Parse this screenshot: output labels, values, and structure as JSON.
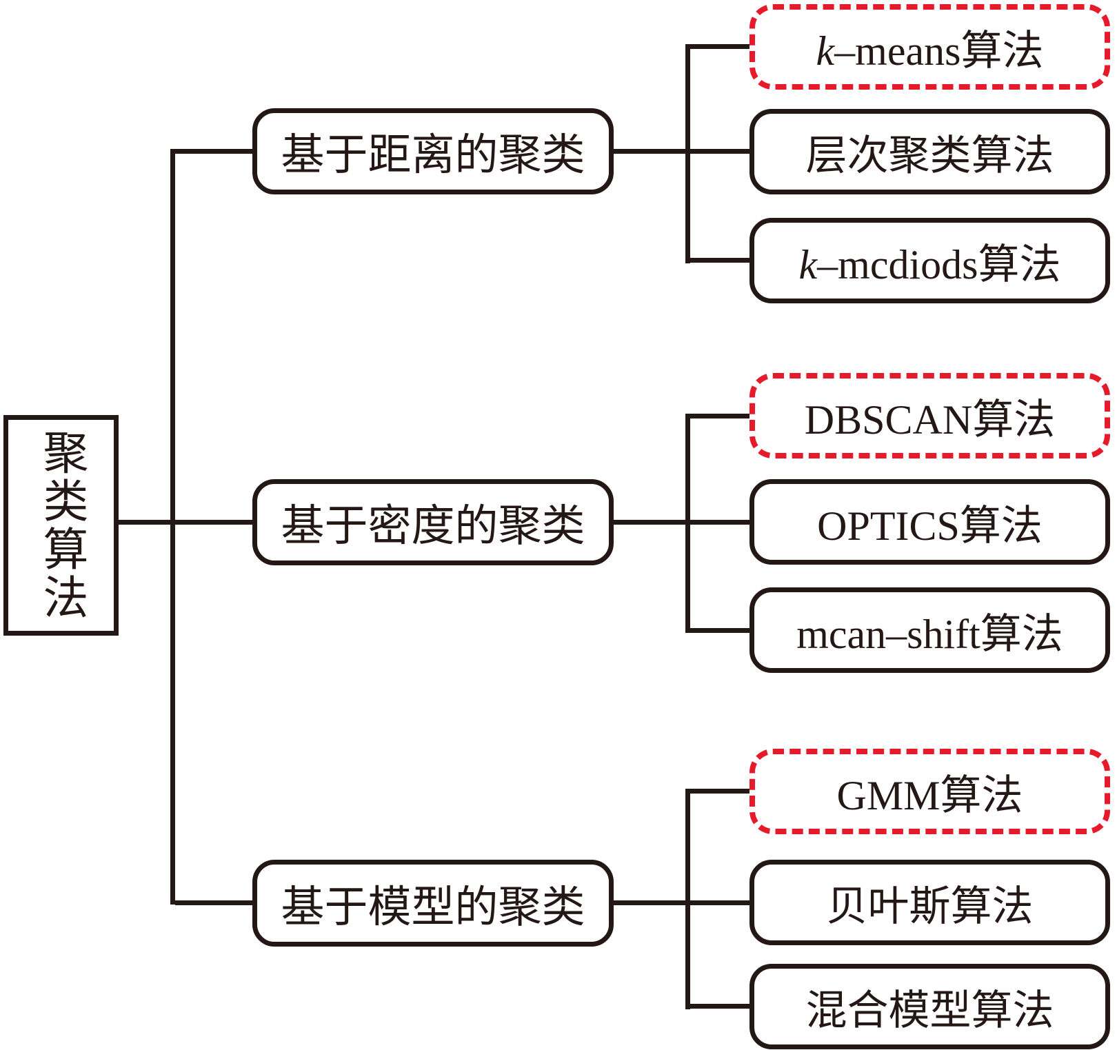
{
  "figure": {
    "root": {
      "label": "聚类算法"
    },
    "groups": [
      {
        "branch": {
          "label": "基于距离的聚类"
        },
        "leaves": [
          {
            "prefix": "k",
            "label": "–means算法",
            "highlighted": true
          },
          {
            "prefix": "",
            "label": "层次聚类算法",
            "highlighted": false
          },
          {
            "prefix": "k",
            "label": "–mcdiods算法",
            "highlighted": false
          }
        ]
      },
      {
        "branch": {
          "label": "基于密度的聚类"
        },
        "leaves": [
          {
            "prefix": "",
            "label": "DBSCAN算法",
            "highlighted": true
          },
          {
            "prefix": "",
            "label": "OPTICS算法",
            "highlighted": false
          },
          {
            "prefix": "",
            "label": "mcan–shift算法",
            "highlighted": false
          }
        ]
      },
      {
        "branch": {
          "label": "基于模型的聚类"
        },
        "leaves": [
          {
            "prefix": "",
            "label": "GMM算法",
            "highlighted": true
          },
          {
            "prefix": "",
            "label": "贝叶斯算法",
            "highlighted": false
          },
          {
            "prefix": "",
            "label": "混合模型算法",
            "highlighted": false
          }
        ]
      }
    ],
    "colors": {
      "line": "#231815",
      "highlight": "#e51b2c",
      "background": "#ffffff"
    }
  }
}
